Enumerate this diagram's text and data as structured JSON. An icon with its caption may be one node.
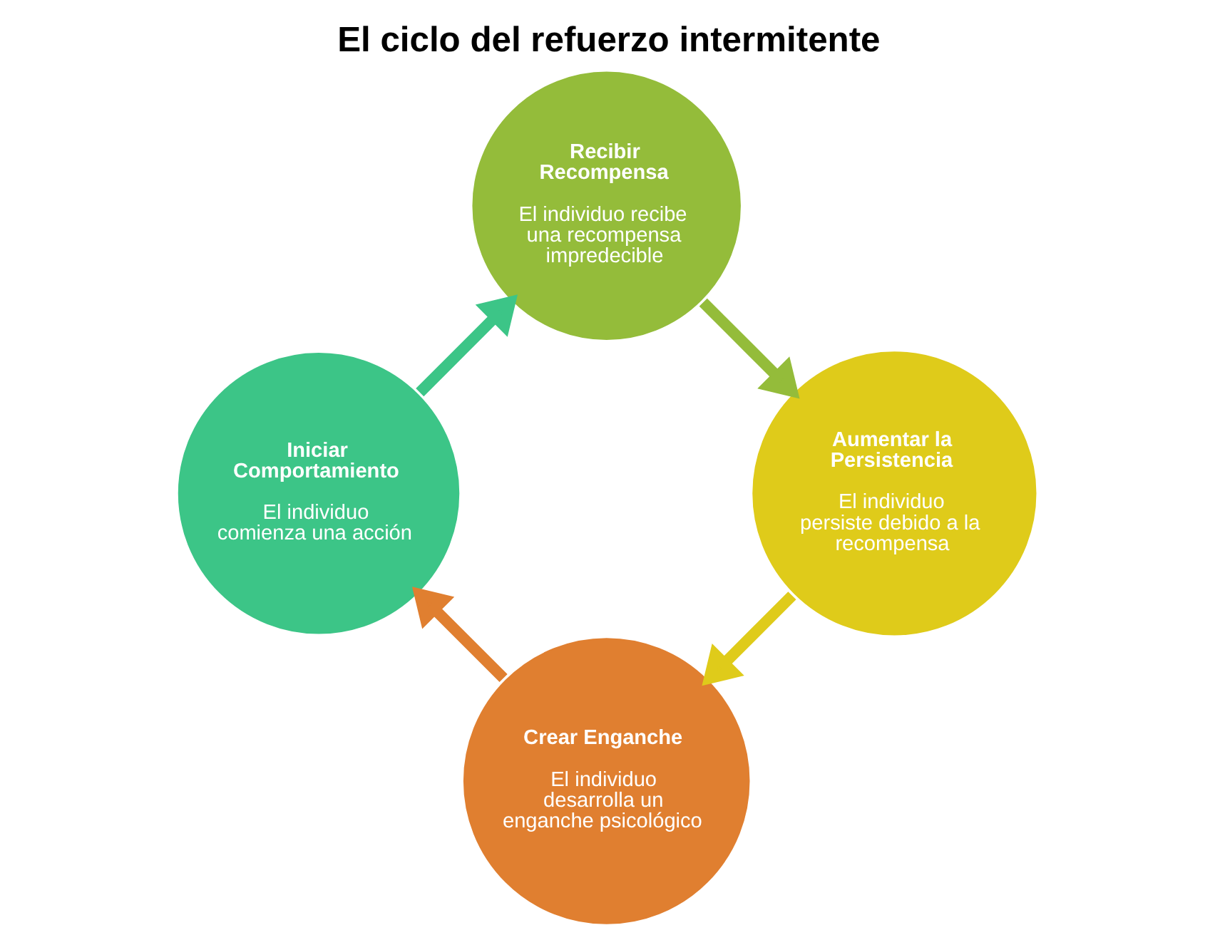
{
  "diagram": {
    "title": "El ciclo del refuerzo intermitente",
    "nodes": [
      {
        "text": [
          "Crear Enganche",
          "El individuo desarrolla un enganche psicológico"
        ]
      },
      {
        "text": [
          "Iniciar Comportamiento",
          "El individuo comienza una acción"
        ]
      },
      {
        "text": [
          "Recibir Recompensa",
          "El individuo recibe una recompensa impredecible"
        ]
      },
      {
        "text": [
          "Aumentar la Persistencia",
          "El individuo persiste debido a la recompensa"
        ]
      }
    ],
    "edges": [
      {
        "from": 0,
        "to": 1,
        "arrow": "to",
        "color": "#e07f30"
      },
      {
        "from": 1,
        "to": 2,
        "arrow": "to",
        "color": "#3cc587"
      },
      {
        "from": 2,
        "to": 3,
        "arrow": "to",
        "color": "#94bc3a"
      },
      {
        "from": 3,
        "to": 0,
        "arrow": "to",
        "color": "#dfcb1a"
      }
    ]
  }
}
